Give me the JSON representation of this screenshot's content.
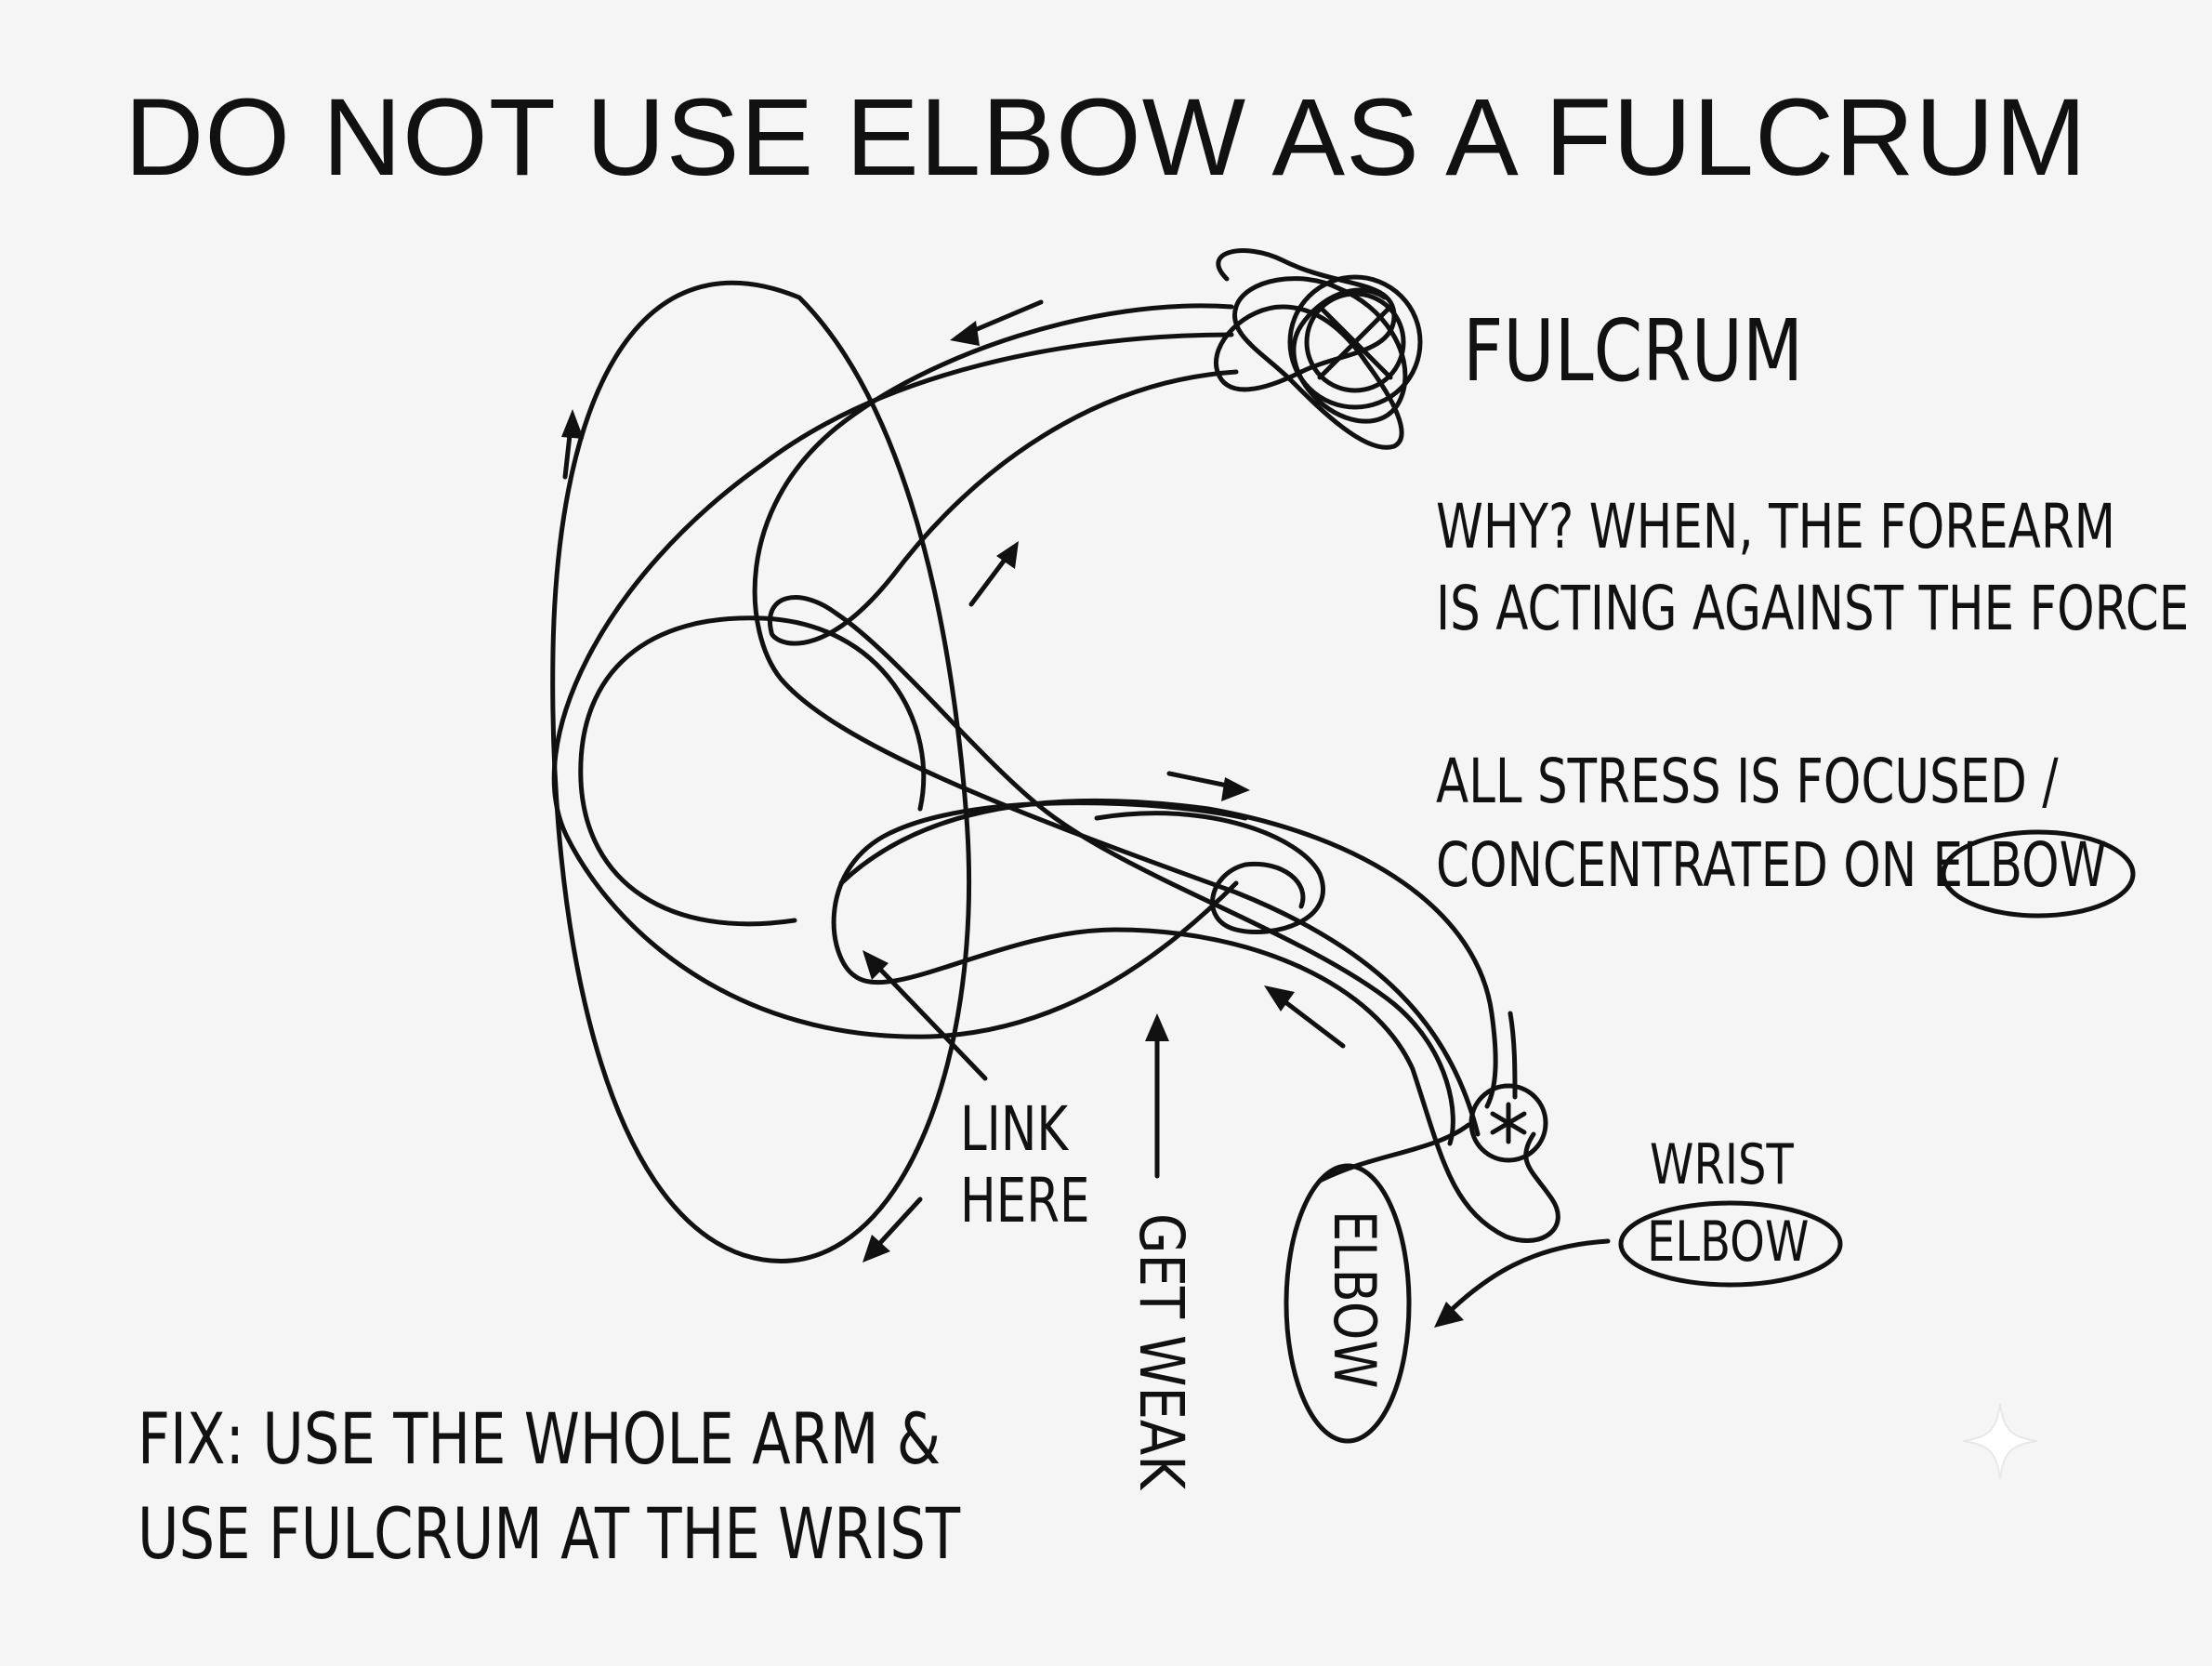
{
  "title": "DO NOT USE ELBOW AS A FULCRUM",
  "labels": {
    "fulcrum": "FULCRUM",
    "why_line1": "WHY? WHEN, THE FOREARM",
    "why_line2": "IS ACTING AGAINST THE FORCE",
    "stress_line1": "ALL STRESS IS FOCUSED /",
    "stress_line2_prefix": "CONCENTRATED ON",
    "stress_line2_circled": "ELBOW",
    "link_line1": "LINK",
    "link_line2": "HERE",
    "get_weak": "GET WEAK",
    "elbow_vertical": "ELBOW",
    "wrist": "WRIST",
    "wrist_elbow_circled": "ELBOW",
    "fix_line1": "FIX: USE THE WHOLE ARM &",
    "fix_line2": "USE FULCRUM AT THE WRIST"
  },
  "icons": [
    "fulcrum-cross-circle-icon",
    "asterisk-joint-icon",
    "sparkle-watermark-icon"
  ],
  "colors": {
    "ink": "#111111",
    "background": "#f5f5f6",
    "watermark": "#ffffff"
  }
}
